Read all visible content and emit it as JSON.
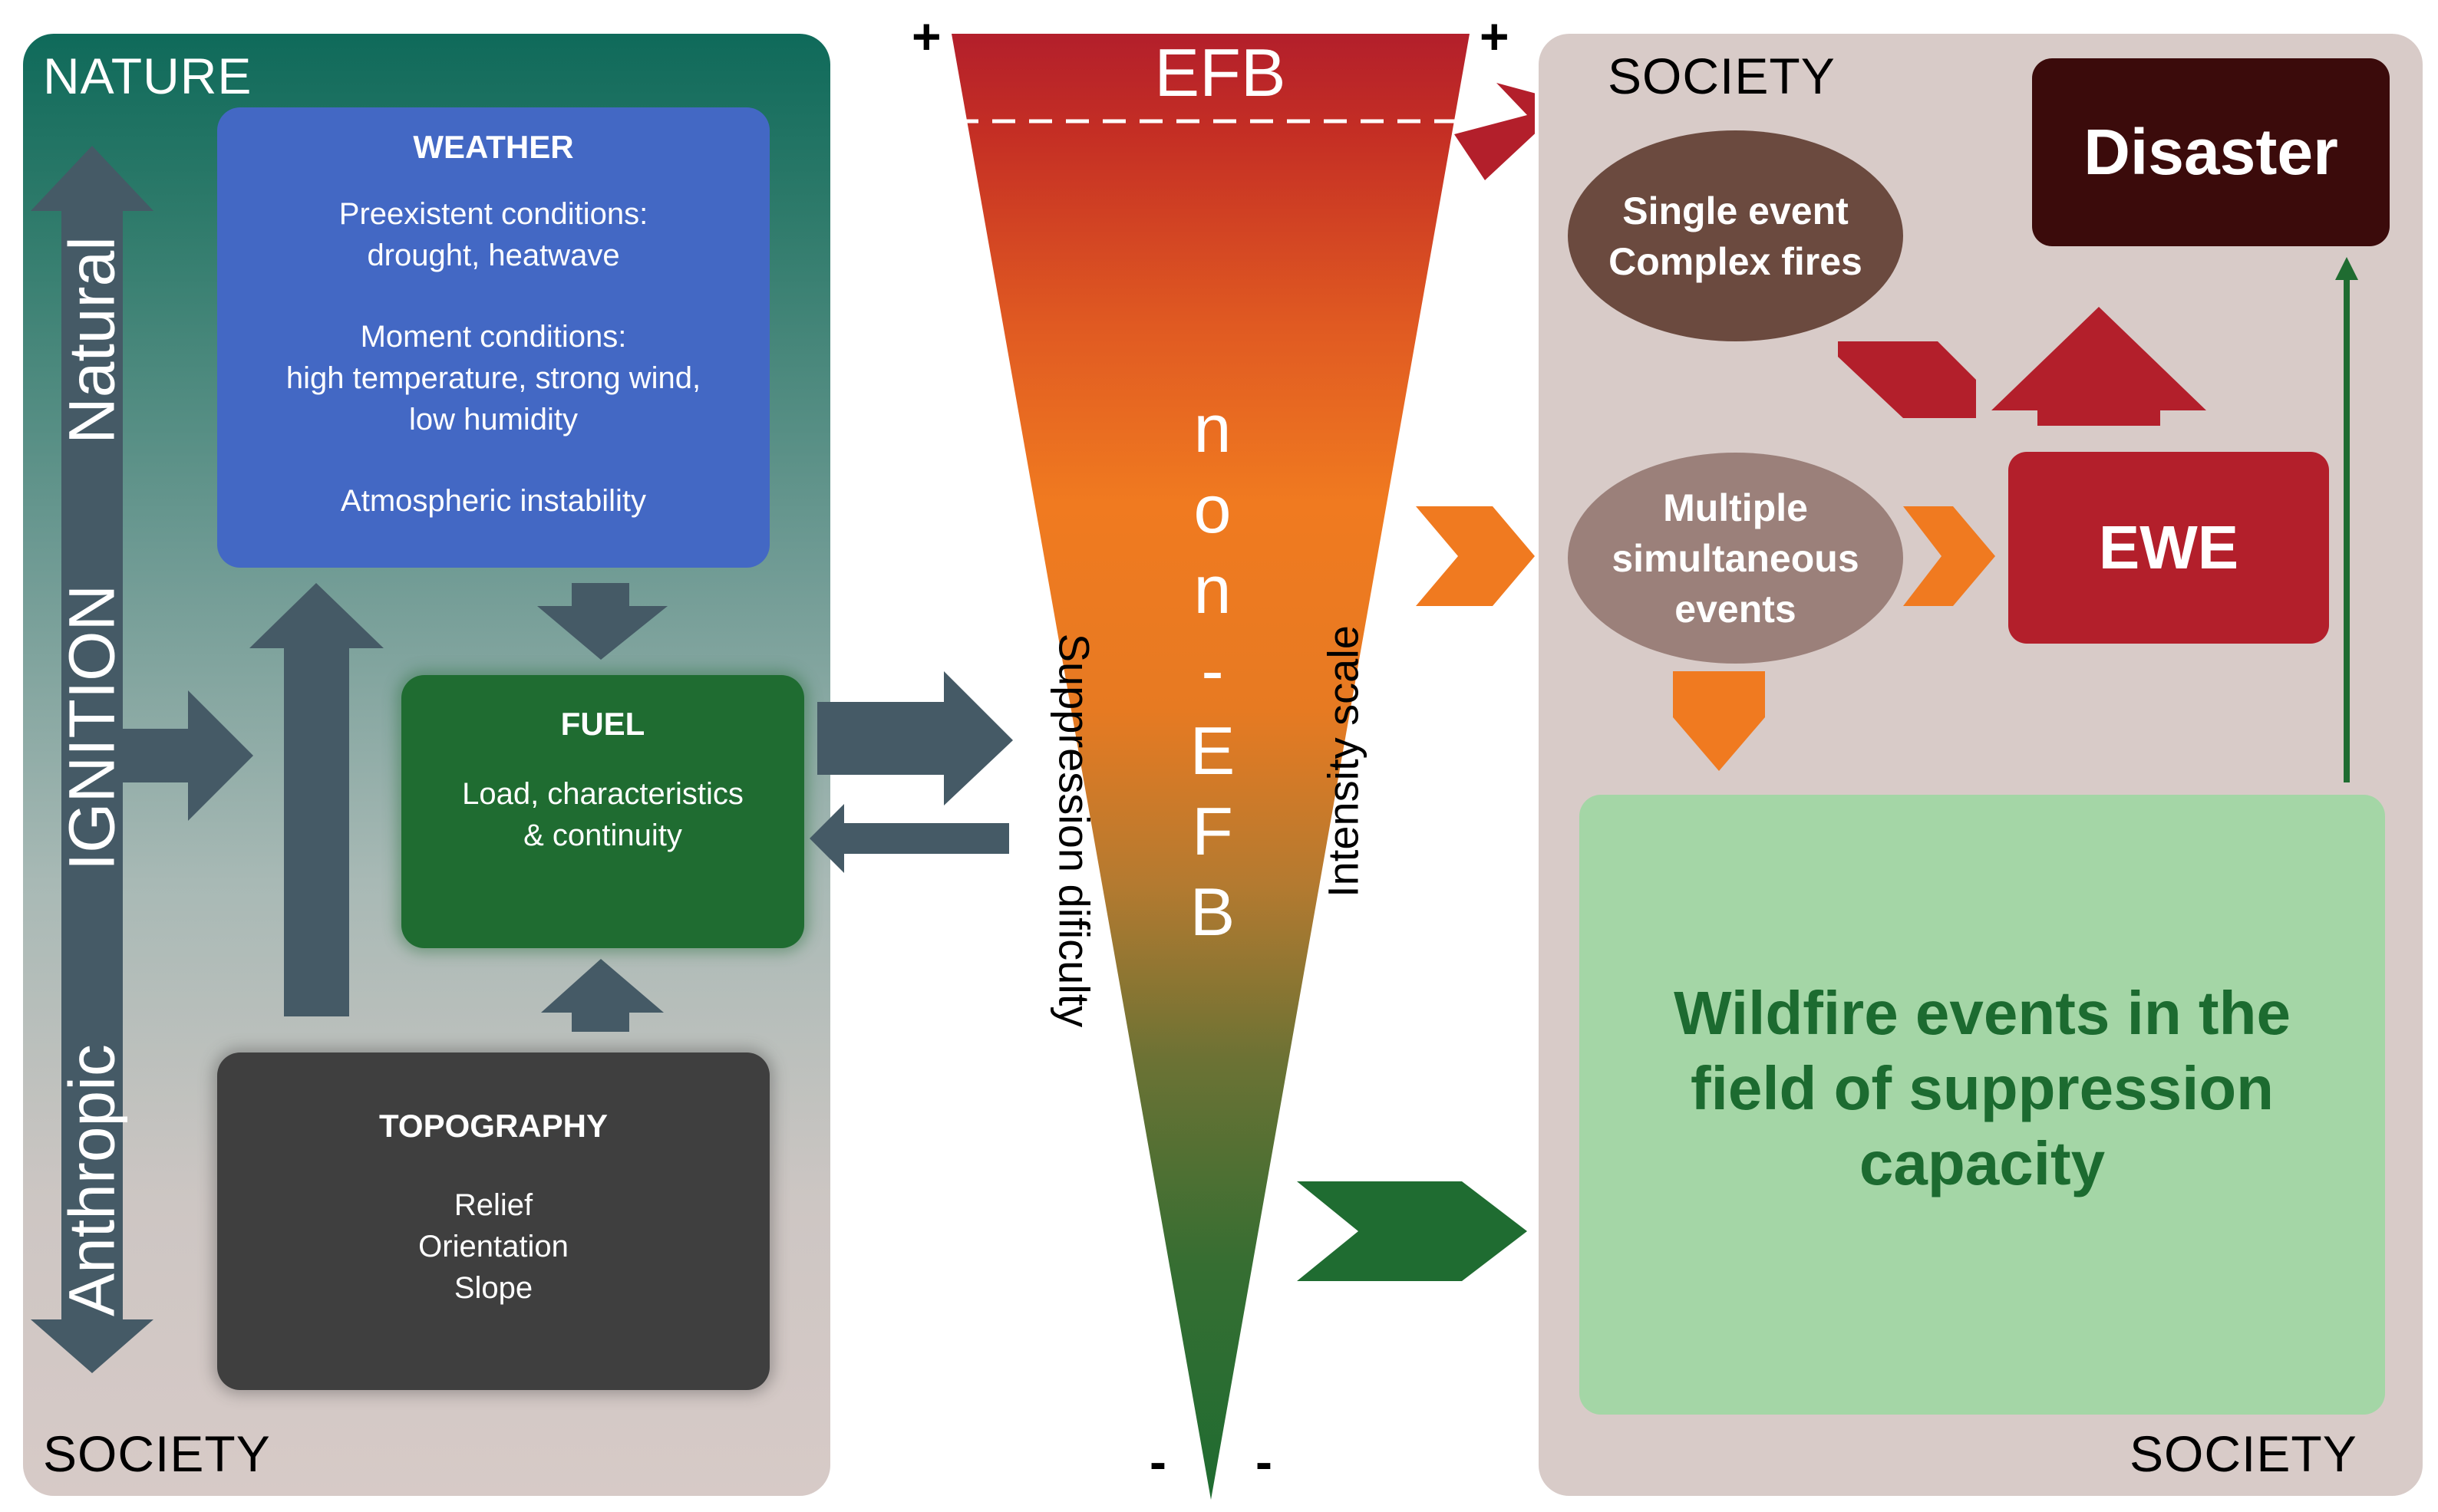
{
  "left_panel": {
    "top_label": "NATURE",
    "bottom_label": "SOCIETY",
    "axis_natural": "Natural",
    "axis_ignition": "IGNITION",
    "axis_anthropic": "Anthropic"
  },
  "weather": {
    "title": "WEATHER",
    "lines": [
      "Preexistent conditions:",
      "drought, heatwave",
      "Moment conditions:",
      "high temperature, strong wind,",
      "low humidity",
      "Atmospheric instability"
    ]
  },
  "fuel": {
    "title": "FUEL",
    "lines": [
      "Load, characteristics",
      "& continuity"
    ]
  },
  "topography": {
    "title": "TOPOGRAPHY",
    "lines": [
      "Relief",
      "Orientation",
      "Slope"
    ]
  },
  "center": {
    "efb": "EFB",
    "non_efb_letters": [
      "n",
      "o",
      "n",
      "-",
      "E",
      "F",
      "B"
    ],
    "suppression_label": "Suppression dificulty",
    "intensity_label": "Intensity scale",
    "plus": "+",
    "minus": "-"
  },
  "right_panel": {
    "top_label": "SOCIETY",
    "bottom_label": "SOCIETY",
    "single_event_line1": "Single event",
    "single_event_line2": "Complex fires",
    "multiple_line1": "Multiple",
    "multiple_line2": "simultaneous",
    "multiple_line3": "events",
    "disaster": "Disaster",
    "ewe": "EWE",
    "wildfire_line1": "Wildfire events in the",
    "wildfire_line2": "field of suppression",
    "wildfire_line3": "capacity"
  },
  "colors": {
    "arrow_slate": "#455a66",
    "efb_red": "#b31f2b",
    "orange": "#f07a20",
    "dark_green": "#1f6c31"
  }
}
